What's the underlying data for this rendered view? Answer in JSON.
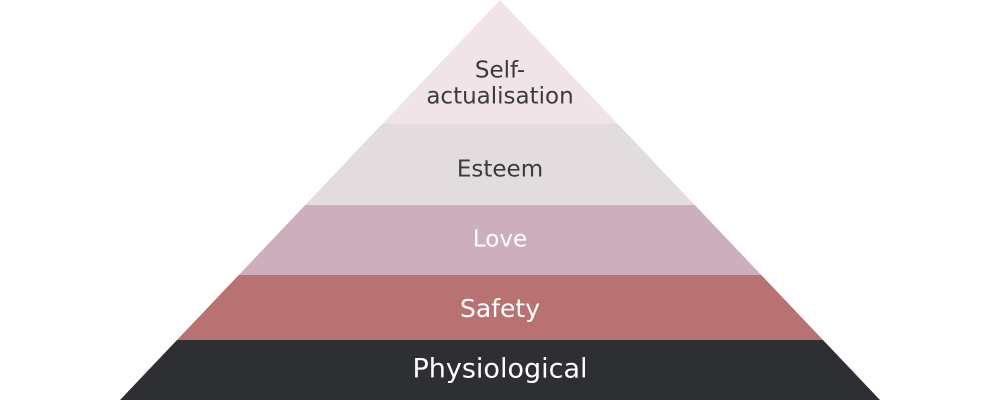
{
  "tiers": [
    {
      "label_lines": [
        "Self-",
        "actualisation"
      ],
      "fill": "#f0e4e9",
      "text_color": "#3a3a3f"
    },
    {
      "label_lines": [
        "Esteem"
      ],
      "fill": "#e2dcde",
      "text_color": "#3a3a3f"
    },
    {
      "label_lines": [
        "Love"
      ],
      "fill": "#cdaebd",
      "text_color": "#ffffff"
    },
    {
      "label_lines": [
        "Safety"
      ],
      "fill": "#b87272",
      "text_color": "#ffffff"
    },
    {
      "label_lines": [
        "Physiological"
      ],
      "fill": "#2e2f33",
      "text_color": "#ffffff"
    }
  ]
}
